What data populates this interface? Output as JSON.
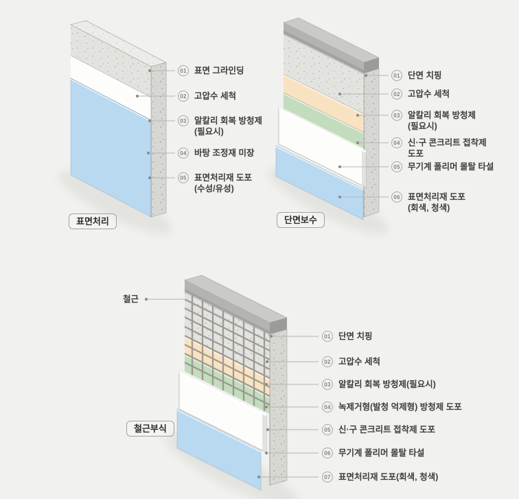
{
  "page": {
    "background": "#f1f1ef"
  },
  "colors": {
    "concrete_front": "#e3e3e0",
    "concrete_section": "#d7d7d3",
    "cap_gray_top": "#cacac8",
    "cap_gray_front": "#b3b3b1",
    "rust_inhibitor_peach": "#f9e2c2",
    "adhesive_green": "#c3dcbd",
    "mortar_white": "#fdfdfc",
    "surface_coat_blue": "#b9d9f1",
    "rebar_grid": "#8f8c86",
    "leader_line": "#b4b4af"
  },
  "diagrams": [
    {
      "id": "surface-treatment",
      "title": "표면처리",
      "steps": [
        {
          "num": "01",
          "line1": "표면 그라인딩",
          "line2": ""
        },
        {
          "num": "02",
          "line1": "고압수 세척",
          "line2": ""
        },
        {
          "num": "03",
          "line1": "알칼리 회복 방청제",
          "line2": "(필요시)"
        },
        {
          "num": "04",
          "line1": "바탕 조정재 미장",
          "line2": ""
        },
        {
          "num": "05",
          "line1": "표면처리재 도포",
          "line2": "(수성/유성)"
        }
      ]
    },
    {
      "id": "section-repair",
      "title": "단면보수",
      "steps": [
        {
          "num": "01",
          "line1": "단면 치핑",
          "line2": ""
        },
        {
          "num": "02",
          "line1": "고압수 세척",
          "line2": ""
        },
        {
          "num": "03",
          "line1": "알칼리 회복 방청제",
          "line2": "(필요시)"
        },
        {
          "num": "04",
          "line1": "신·구 콘크리트 접착제",
          "line2": "도포"
        },
        {
          "num": "05",
          "line1": "무기계 폴리머 몰탈 타설",
          "line2": ""
        },
        {
          "num": "06",
          "line1": "표면처리재 도포",
          "line2": "(회색, 청색)"
        }
      ]
    },
    {
      "id": "rebar-corrosion",
      "title": "철근부식",
      "annotation": "철근",
      "steps": [
        {
          "num": "01",
          "line1": "단면 치핑",
          "line2": ""
        },
        {
          "num": "02",
          "line1": "고압수 세척",
          "line2": ""
        },
        {
          "num": "03",
          "line1": "알칼리 회복 방청제(필요시)",
          "line2": ""
        },
        {
          "num": "04",
          "line1": "녹제거형(발청 억제형) 방청제 도포",
          "line2": ""
        },
        {
          "num": "05",
          "line1": "신·구 콘크리트 접착제 도포",
          "line2": ""
        },
        {
          "num": "06",
          "line1": "무기계 폴리머 몰탈 타설",
          "line2": ""
        },
        {
          "num": "07",
          "line1": "표면처리재 도포(회색, 청색)",
          "line2": ""
        }
      ]
    }
  ]
}
